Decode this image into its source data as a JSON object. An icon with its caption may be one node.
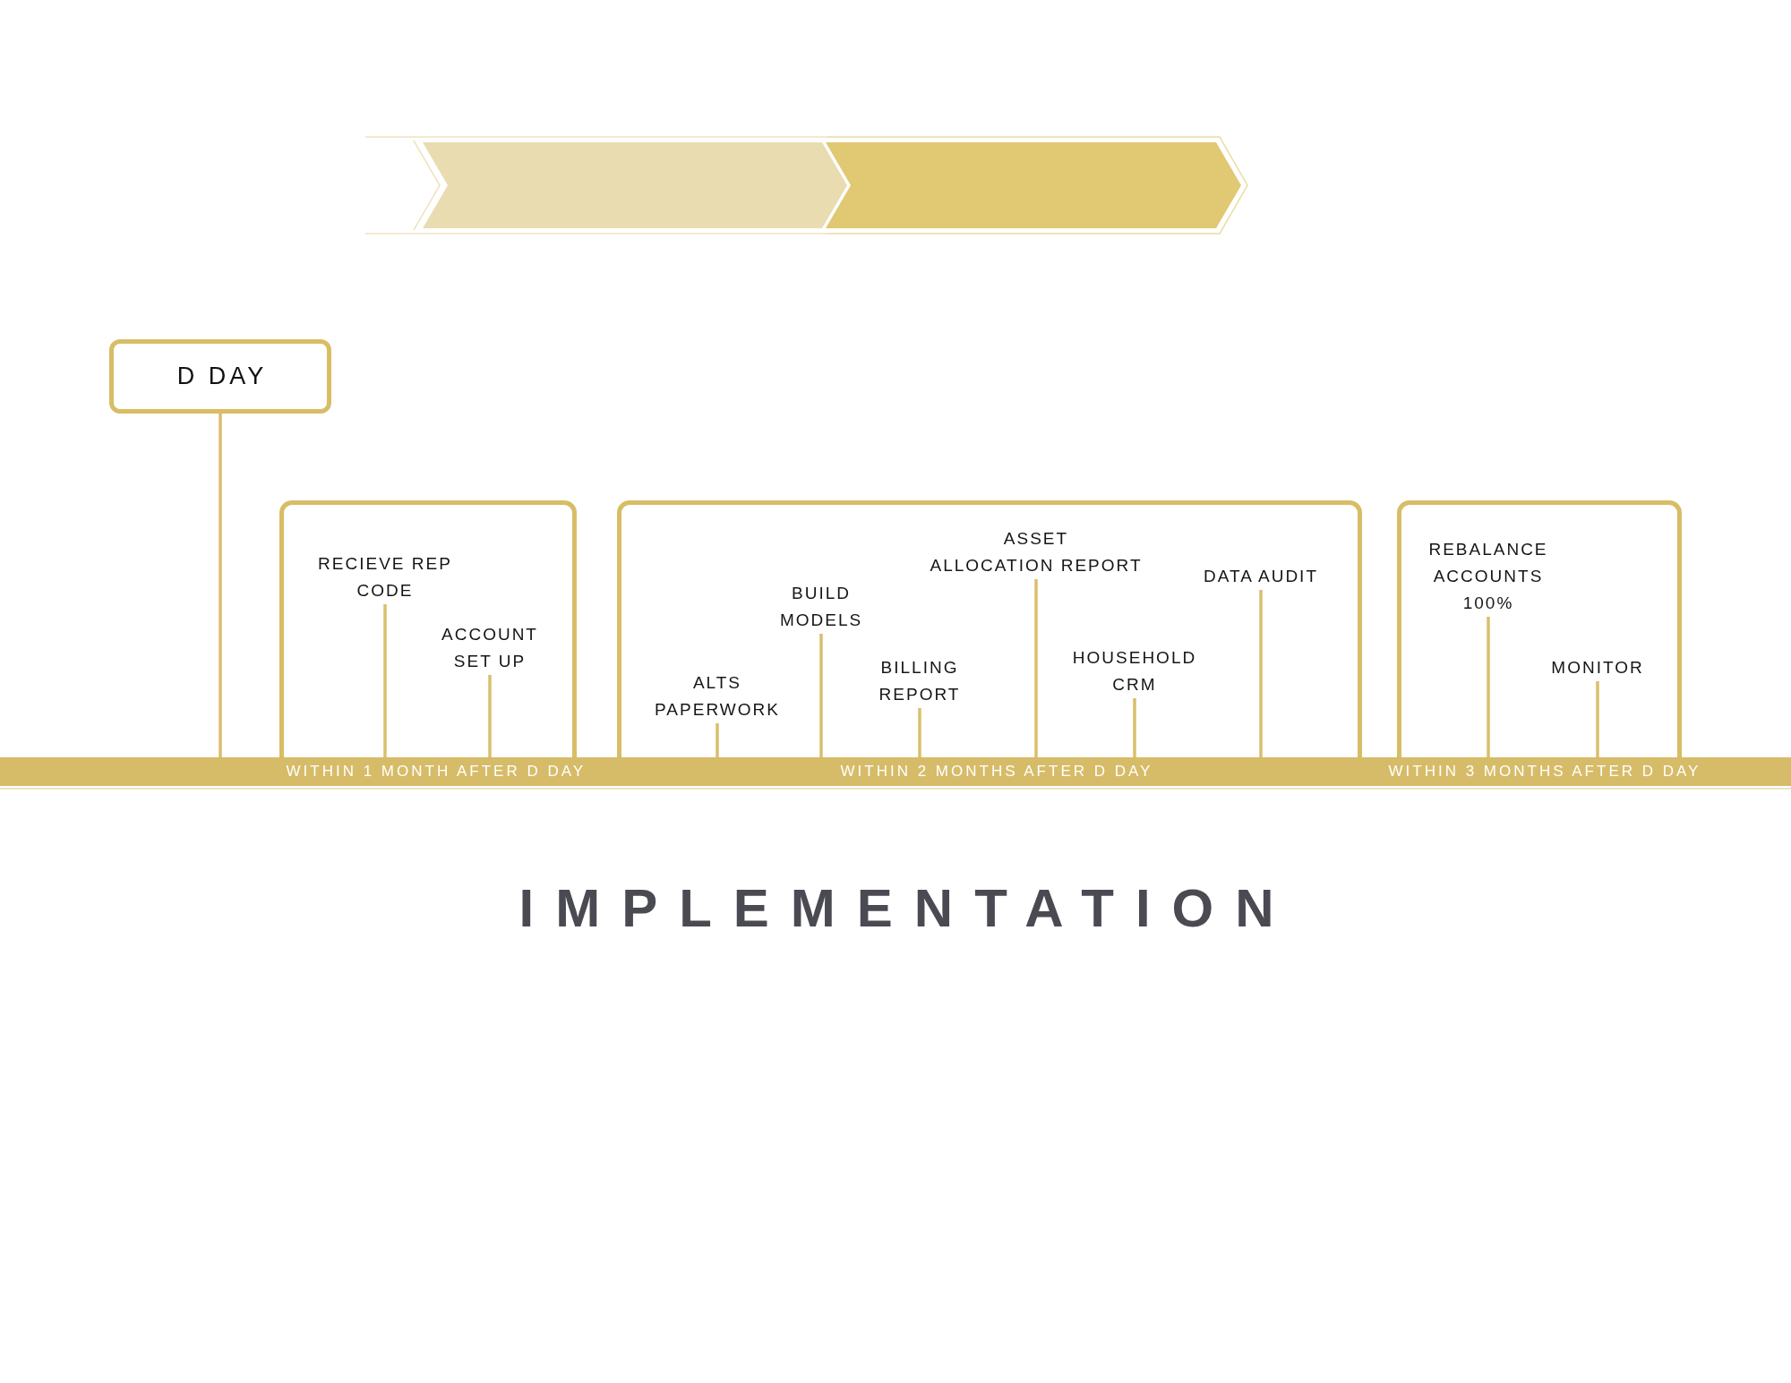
{
  "diagram": {
    "title": "IMPLEMENTATION",
    "nodes": [
      {
        "text": [
          "D DAY"
        ]
      },
      {
        "text": [],
        "shape": "box"
      },
      {
        "text": [
          "RECIEVE REP CODE"
        ],
        "in": 1
      },
      {
        "text": [
          "ACCOUNT SET UP"
        ],
        "in": 1
      },
      {
        "text": [],
        "shape": "box"
      },
      {
        "text": [
          "ALTS PAPERWORK"
        ],
        "in": 4
      },
      {
        "text": [
          "BUILD MODELS"
        ],
        "in": 4
      },
      {
        "text": [
          "BILLING REPORT"
        ],
        "in": 4
      },
      {
        "text": [
          "ASSET ALLOCATION REPORT"
        ],
        "in": 4
      },
      {
        "text": [
          "HOUSEHOLD CRM"
        ],
        "in": 4
      },
      {
        "text": [
          "DATA AUDIT"
        ],
        "in": 4
      },
      {
        "text": [],
        "shape": "box"
      },
      {
        "text": [
          "REBALANCE ACCOUNTS 100%"
        ],
        "in": 11
      },
      {
        "text": [
          "MONITOR"
        ],
        "in": 11
      },
      {
        "text": [
          "WITHIN 1 MONTH AFTER D DAY",
          "WITHIN 2 MONTHS AFTER D DAY",
          "WITHIN 3 MONTHS AFTER D DAY"
        ]
      }
    ],
    "edges": [
      {
        "from": 0,
        "to": 14,
        "arrow": "none"
      },
      {
        "from": 2,
        "to": 14,
        "arrow": "none"
      },
      {
        "from": 3,
        "to": 14,
        "arrow": "none"
      },
      {
        "from": 5,
        "to": 14,
        "arrow": "none"
      },
      {
        "from": 6,
        "to": 14,
        "arrow": "none"
      },
      {
        "from": 7,
        "to": 14,
        "arrow": "none"
      },
      {
        "from": 8,
        "to": 14,
        "arrow": "none"
      },
      {
        "from": 9,
        "to": 14,
        "arrow": "none"
      },
      {
        "from": 10,
        "to": 14,
        "arrow": "none"
      },
      {
        "from": 12,
        "to": 14,
        "arrow": "none"
      },
      {
        "from": 13,
        "to": 14,
        "arrow": "none"
      }
    ]
  }
}
